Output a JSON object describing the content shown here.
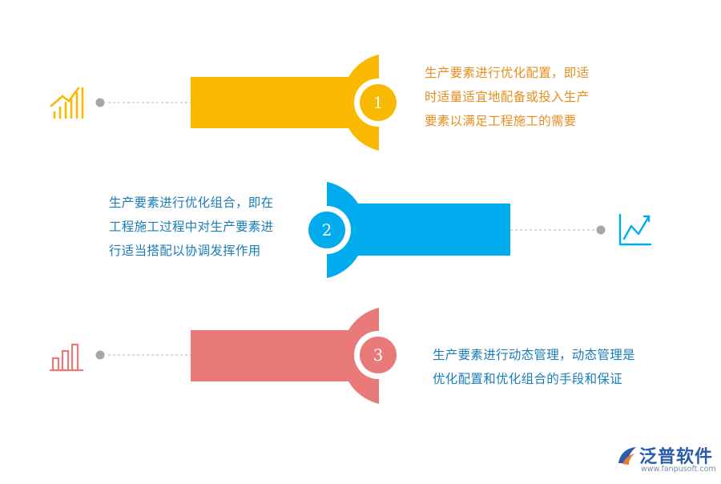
{
  "steps": [
    {
      "number": "1",
      "color": "#F9B900",
      "text_color": "#E88E1E",
      "lines": [
        "生产要素进行优化配置，即适",
        "时适量适宜地配备或投入生产",
        "要素以满足工程施工的需要"
      ],
      "icon": "rising-bars-icon"
    },
    {
      "number": "2",
      "color": "#00ACEE",
      "text_color": "#1A7DB8",
      "lines": [
        "生产要素进行优化组合，即在",
        "工程施工过程中对生产要素进",
        "行适当搭配以协调发挥作用"
      ],
      "icon": "line-chart-icon"
    },
    {
      "number": "3",
      "color": "#E87A7A",
      "text_color": "#1A7DB8",
      "lines": [
        "生产要素进行动态管理，动态管理是",
        "优化配置和优化组合的手段和保证"
      ],
      "icon": "bar-chart-icon"
    }
  ],
  "logo": {
    "name": "泛普软件",
    "url": "www.fanpusoft.com",
    "color": "#2A5CAA"
  }
}
